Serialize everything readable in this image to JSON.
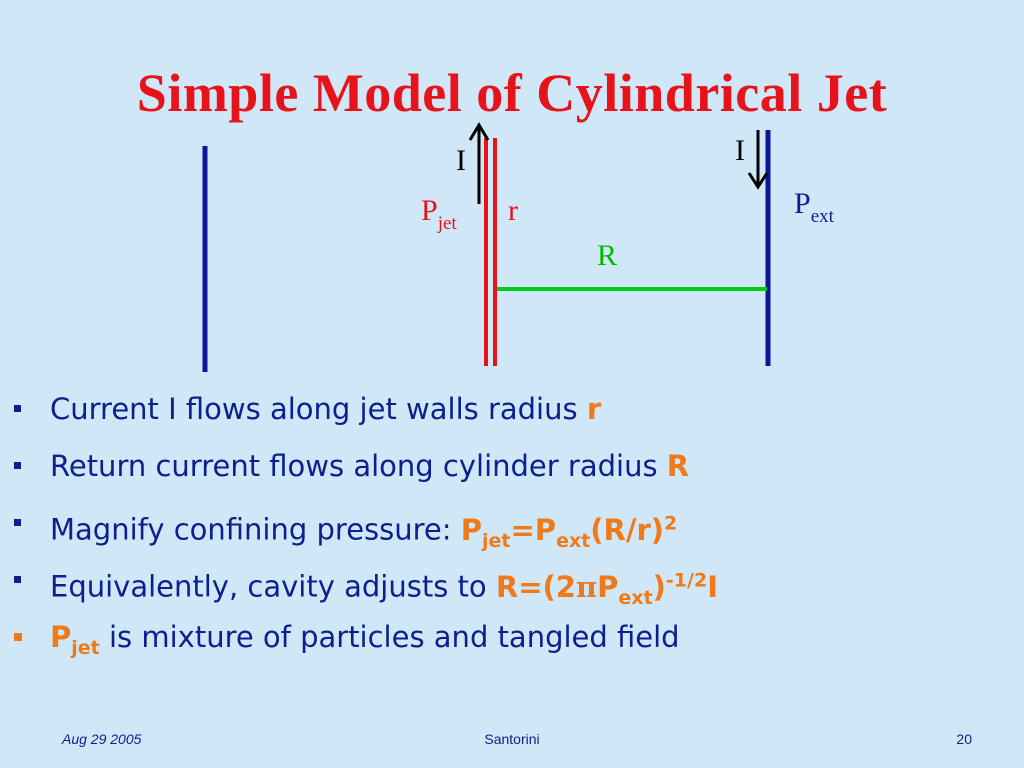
{
  "slide": {
    "title": "Simple Model of Cylindrical Jet"
  },
  "diagram": {
    "label_I_left": "I",
    "label_I_right": "I",
    "label_P_jet": "P",
    "label_P_jet_sub": "jet",
    "label_r": "r",
    "label_R": "R",
    "label_P_ext": "P",
    "label_P_ext_sub": "ext",
    "colors": {
      "outer_wall": "#0b1796",
      "jet_wall": "#e8121b",
      "radius": "#00cc1a",
      "label_R": "#00b800",
      "label_P": "#e8121b",
      "label_I": "#000000"
    }
  },
  "bullets": [
    {
      "text": "Current I flows along jet walls radius ",
      "hl_main": "r"
    },
    {
      "text": "Return current flows along cylinder radius ",
      "hl_main": "R"
    },
    {
      "text": "Magnify confining pressure: ",
      "hl_a": "P",
      "hl_a_sub": "jet",
      "hl_b": "=P",
      "hl_b_sub": "ext",
      "hl_c": "(R/r)",
      "hl_c_sup": "2"
    },
    {
      "text": "Equivalently, cavity adjusts to ",
      "hl_a": "R=(2",
      "hl_pi": "π",
      "hl_b": "P",
      "hl_b_sub": "ext",
      "hl_c": ")",
      "hl_c_sup": "-1/2",
      "hl_d": "I"
    },
    {
      "hl_a": "P",
      "hl_a_sub": "jet",
      "text": " is mixture of particles and tangled field"
    }
  ],
  "footer": {
    "date": "Aug 29 2005",
    "center": "Santorini",
    "page": "20"
  }
}
